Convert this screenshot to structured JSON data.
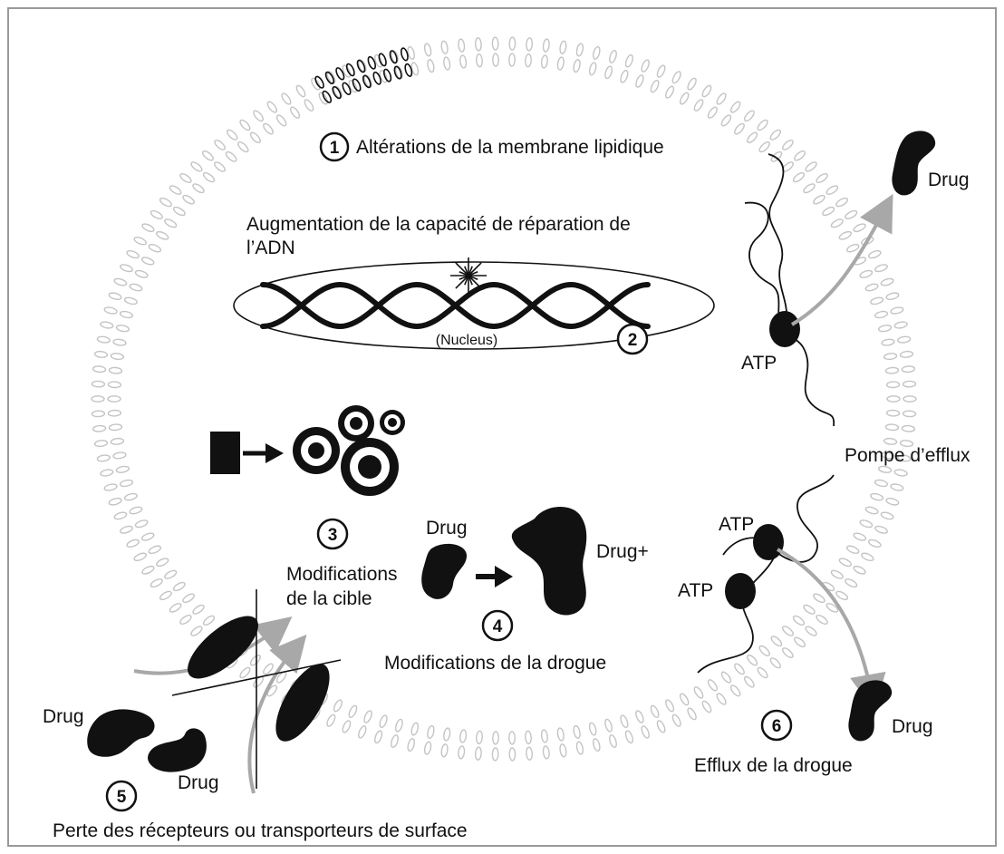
{
  "labels": {
    "membrane": "Altérations de la membrane lipidique",
    "dna_repair_line1": "Augmentation de la capacité de réparation de",
    "dna_repair_line2": "l’ADN",
    "nucleus": "(Nucleus)",
    "target_line1": "Modifications",
    "target_line2": "de la cible",
    "drug_mod": "Modifications de la drogue",
    "receptors": "Perte des récepteurs ou transporteurs de surface",
    "efflux_pump": "Pompe d’efflux",
    "efflux": "Efflux de la drogue",
    "drug": "Drug",
    "drug_plus": "Drug+",
    "atp": "ATP"
  },
  "step_numbers": [
    "1",
    "2",
    "3",
    "4",
    "5",
    "6"
  ],
  "colors": {
    "ink": "#111111",
    "arrow_gray": "#a8a8a8",
    "membrane_gray": "#c4c4c4",
    "frame": "#999999"
  }
}
